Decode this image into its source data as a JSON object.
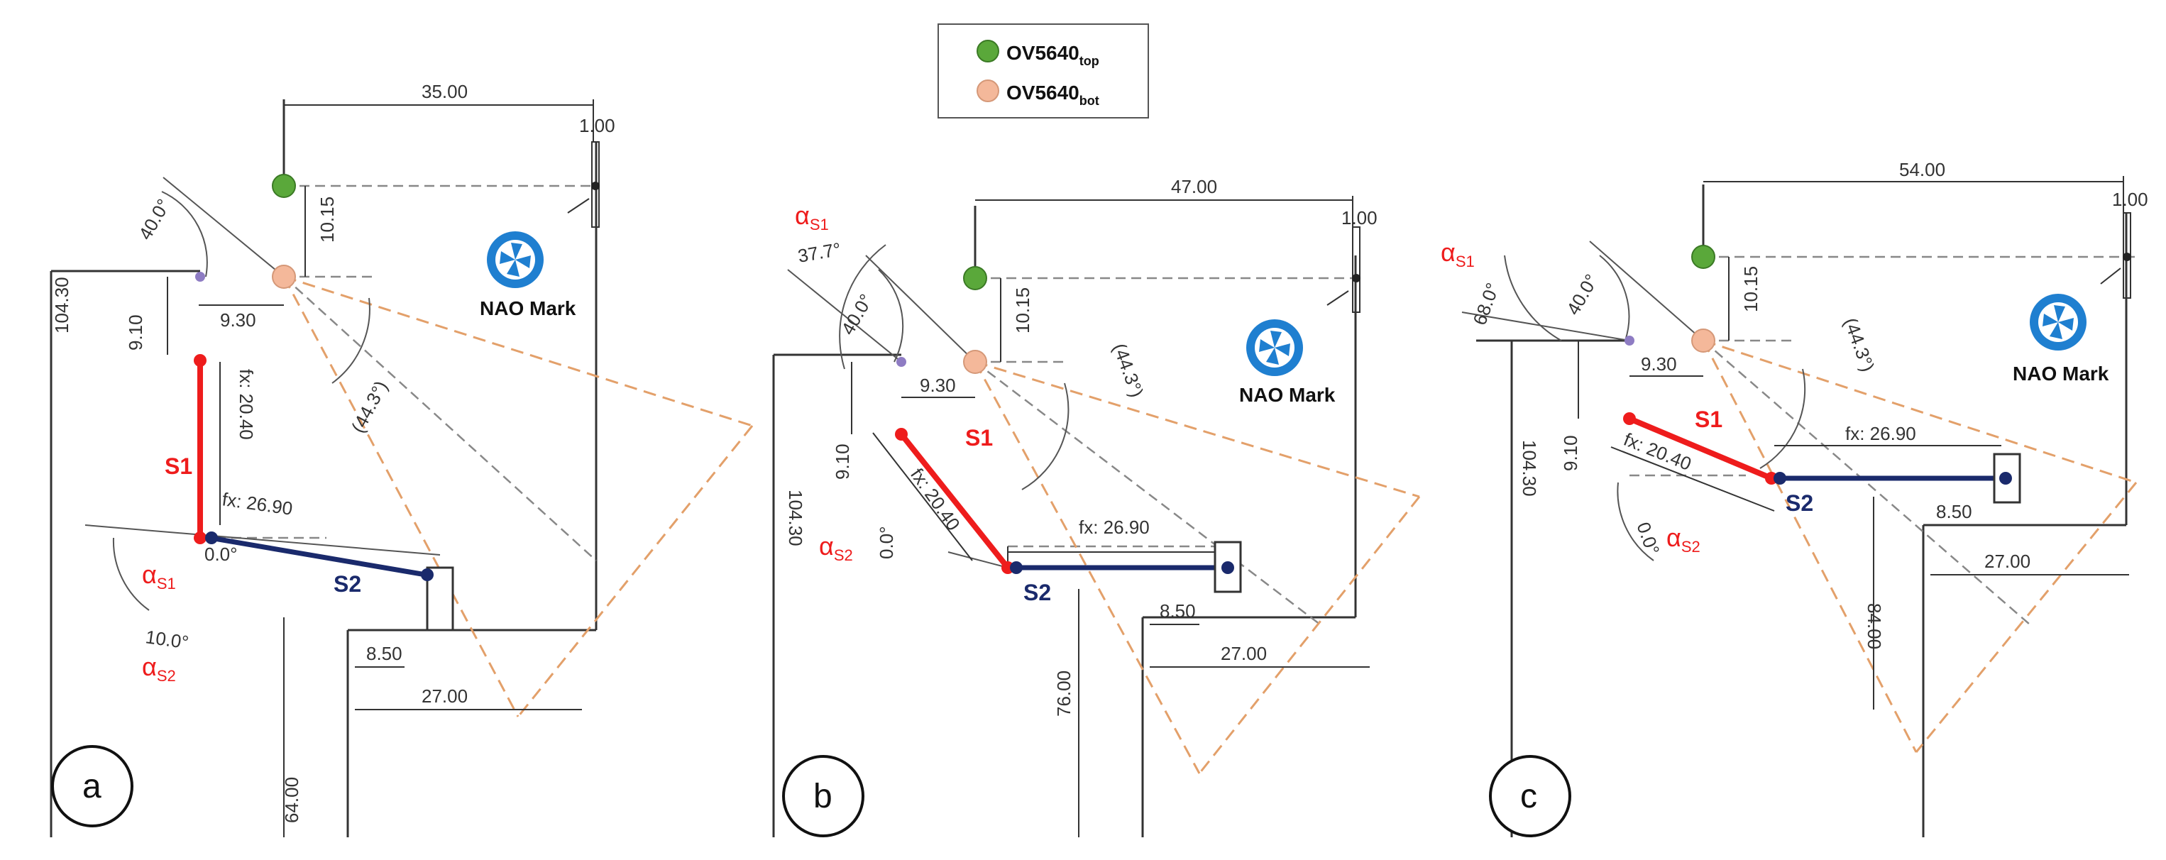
{
  "legend": {
    "items": [
      {
        "base": "OV5640",
        "sub": "top",
        "color": "#5aa83a"
      },
      {
        "base": "OV5640",
        "sub": "bot",
        "color": "#f4b89a"
      }
    ]
  },
  "colors": {
    "s1_link": "#ee1c1c",
    "s2_link": "#1a2a6c",
    "fov_line": "#e3a06a",
    "nao_icon": "#1f7fd0",
    "joint_purple": "#8e7cc3",
    "structure": "#333333"
  },
  "common": {
    "label_s1": "S1",
    "label_s2": "S2",
    "alpha": "α",
    "sub_s1": "S1",
    "sub_s2": "S2",
    "nao_mark": "NAO Mark",
    "dim_cam_sep": "10.15",
    "dim_cam_offset": "9.30",
    "dim_mark_width": "1.00",
    "dim_fov": "(44.3°)",
    "dim_cam_angle": "40.0°",
    "dim_body_h": "104.30",
    "dim_s1_len": "fx: 20.40",
    "dim_s2_len": "fx: 26.90",
    "dim_pad": "8.50",
    "dim_base": "27.00"
  },
  "panels": [
    {
      "letter": "a",
      "dim_mark_dist": "35.00",
      "dim_s1_drop": "9.10",
      "dim_floor": "64.00",
      "angle_s1": "0.0°",
      "angle_s2": "10.0°"
    },
    {
      "letter": "b",
      "dim_mark_dist": "47.00",
      "dim_s1_drop": "9.10",
      "dim_floor": "76.00",
      "angle_s1": "37.7°",
      "angle_s2": "0.0°"
    },
    {
      "letter": "c",
      "dim_mark_dist": "54.00",
      "dim_s1_drop": "9.10",
      "dim_floor": "84.00",
      "angle_s1": "68.0°",
      "angle_s2": "0.0°"
    }
  ]
}
